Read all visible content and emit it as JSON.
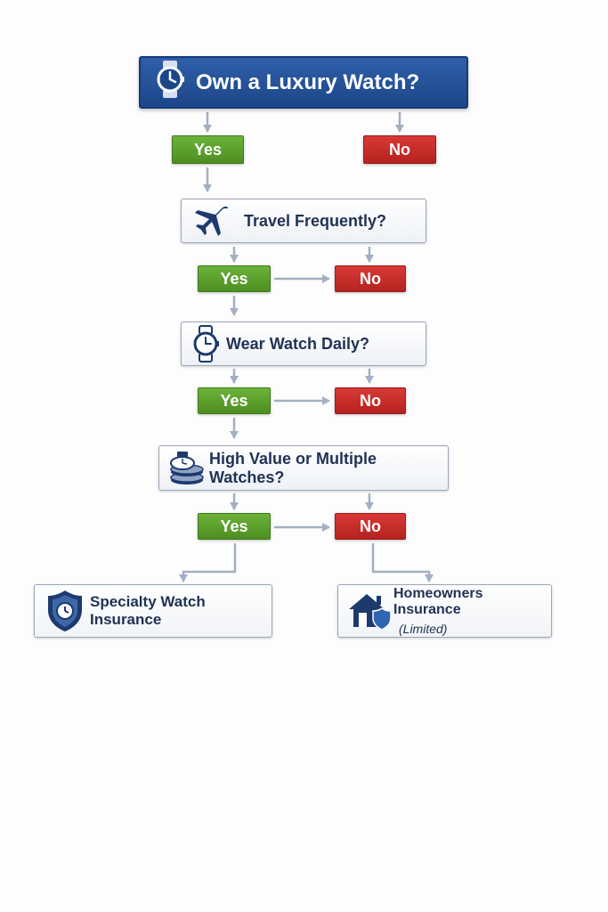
{
  "colors": {
    "title_bg": "#2a58a0",
    "yes": "#5e9f2e",
    "no": "#c72c29",
    "text": "#1f3254",
    "connector": "#a3afc2"
  },
  "title": {
    "text": "Own a Luxury Watch?",
    "icon": "watch-icon"
  },
  "top_answers": {
    "yes": "Yes",
    "no": "No"
  },
  "questions": [
    {
      "text": "Travel Frequently?",
      "icon": "airplane-icon",
      "yes": "Yes",
      "no": "No"
    },
    {
      "text": "Wear Watch Daily?",
      "icon": "wristwatch-icon",
      "yes": "Yes",
      "no": "No"
    },
    {
      "text": "High Value or Multiple Watches?",
      "icon": "watch-stack-icon",
      "yes": "Yes",
      "no": "No"
    }
  ],
  "results": [
    {
      "title": "Specialty Watch Insurance",
      "icon": "shield-watch-icon"
    },
    {
      "title": "Homeowners Insurance",
      "subtitle": "(Limited)",
      "icon": "house-shield-icon"
    }
  ]
}
